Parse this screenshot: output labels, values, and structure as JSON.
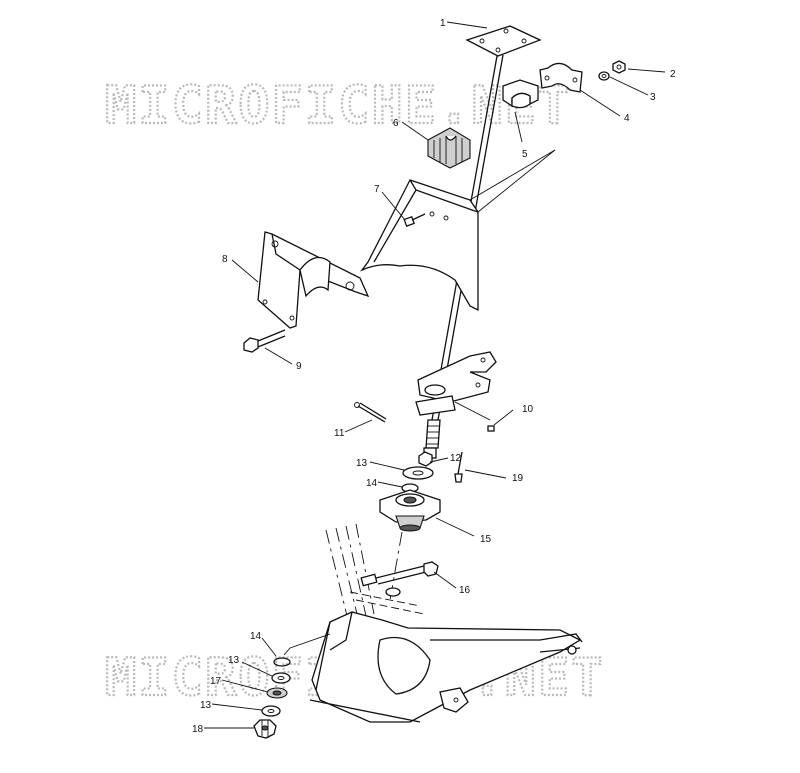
{
  "watermarks": [
    "MICROFICHE.NET",
    "MICROFICHES.NET"
  ],
  "callouts": [
    {
      "id": "c1",
      "label": "1"
    },
    {
      "id": "c2",
      "label": "2"
    },
    {
      "id": "c3",
      "label": "3"
    },
    {
      "id": "c4",
      "label": "4"
    },
    {
      "id": "c5",
      "label": "5"
    },
    {
      "id": "c6",
      "label": "6"
    },
    {
      "id": "c7",
      "label": "7"
    },
    {
      "id": "c8",
      "label": "8"
    },
    {
      "id": "c9",
      "label": "9"
    },
    {
      "id": "c10",
      "label": "10"
    },
    {
      "id": "c11",
      "label": "11"
    },
    {
      "id": "c12",
      "label": "12"
    },
    {
      "id": "c13a",
      "label": "13"
    },
    {
      "id": "c14a",
      "label": "14"
    },
    {
      "id": "c15",
      "label": "15"
    },
    {
      "id": "c16",
      "label": "16"
    },
    {
      "id": "c19",
      "label": "19"
    },
    {
      "id": "c14b",
      "label": "14"
    },
    {
      "id": "c13b",
      "label": "13"
    },
    {
      "id": "c17",
      "label": "17"
    },
    {
      "id": "c13c",
      "label": "13"
    },
    {
      "id": "c18",
      "label": "18"
    }
  ]
}
